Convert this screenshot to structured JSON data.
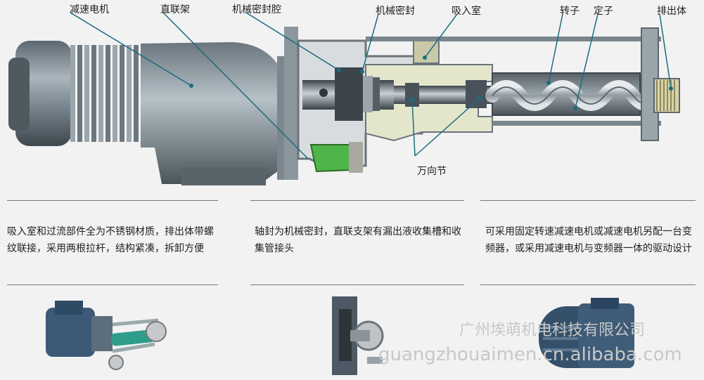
{
  "labels": {
    "motor": "减速电机",
    "bracket": "直联架",
    "seal_chamber": "机械密封腔",
    "mech_seal": "机械密封",
    "suction": "吸入室",
    "rotor": "转子",
    "stator": "定子",
    "discharge": "排出体",
    "ujoint": "万向节"
  },
  "features": [
    {
      "text": "吸入室和过流部件全为不锈钢材质，排出体带螺纹联接，采用两根拉杆，结构紧凑，拆卸方便"
    },
    {
      "text": "轴封为机械密封，直联支架有漏出液收集槽和收集管接头"
    },
    {
      "text": "可采用固定转速减速电机或减速电机另配一台变频器，或采用减速电机与变频器一体的驱动设计"
    }
  ],
  "watermark": {
    "company": "广州埃萌机电科技有限公司",
    "url": "guangzhouaimen.cn.alibaba.com"
  },
  "colors": {
    "background": "#f2f2f2",
    "motor_gray": "#7f8b94",
    "leader_line": "#1a6c80",
    "suction_body": "#e4e6cc",
    "drain_green": "#4fb54a"
  }
}
